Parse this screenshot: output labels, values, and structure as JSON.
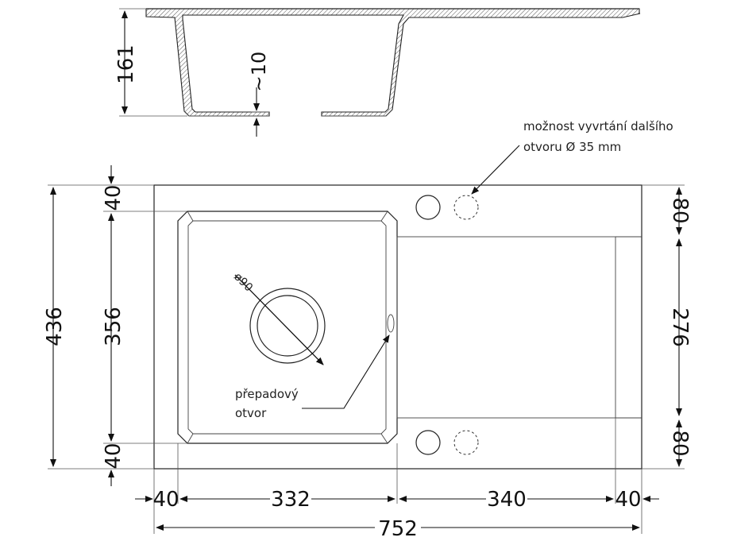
{
  "notes": {
    "extra_hole_line1": "možnost vyvrtání dalšího",
    "extra_hole_line2": "otvoru Ø 35 mm",
    "overflow_line1": "přepadový",
    "overflow_line2": "otvor",
    "drain_diameter": "ø90"
  },
  "dimensions": {
    "height_profile": "161",
    "wall_thickness": "~10",
    "total_depth": "436",
    "bowl_depth": "356",
    "top_margin": "40",
    "bottom_margin": "40",
    "right_top": "80",
    "drainboard_depth": "276",
    "right_bottom": "80",
    "left_edge": "40",
    "bowl_width": "332",
    "drainboard_width": "340",
    "right_edge": "40",
    "total_width": "752"
  },
  "colors": {
    "line": "#222222",
    "hatch": "#666666"
  }
}
